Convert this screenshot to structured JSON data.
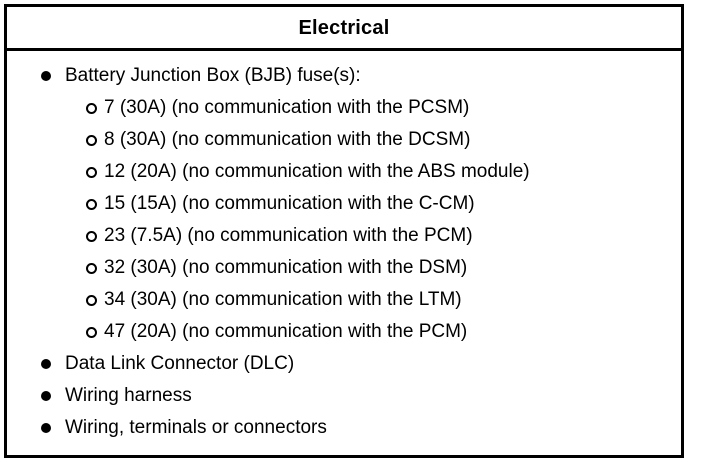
{
  "table": {
    "header": {
      "title": "Electrical"
    },
    "items": [
      {
        "marker": "disc-bullet-icon",
        "label": "Battery Junction Box (BJB) fuse(s):",
        "children": [
          {
            "marker": "hollow-circle-bullet-icon",
            "label": "7 (30A) (no communication with the PCSM)"
          },
          {
            "marker": "hollow-circle-bullet-icon",
            "label": "8 (30A) (no communication with the DCSM)"
          },
          {
            "marker": "hollow-circle-bullet-icon",
            "label": "12 (20A) (no communication with the ABS module)"
          },
          {
            "marker": "hollow-circle-bullet-icon",
            "label": "15 (15A) (no communication with the C-CM)"
          },
          {
            "marker": "hollow-circle-bullet-icon",
            "label": "23 (7.5A) (no communication with the PCM)"
          },
          {
            "marker": "hollow-circle-bullet-icon",
            "label": "32 (30A) (no communication with the DSM)"
          },
          {
            "marker": "hollow-circle-bullet-icon",
            "label": "34 (30A) (no communication with the LTM)"
          },
          {
            "marker": "hollow-circle-bullet-icon",
            "label": "47 (20A) (no communication with the PCM)"
          }
        ]
      },
      {
        "marker": "disc-bullet-icon",
        "label": "Data Link Connector (DLC)",
        "children": []
      },
      {
        "marker": "disc-bullet-icon",
        "label": "Wiring harness",
        "children": []
      },
      {
        "marker": "disc-bullet-icon",
        "label": "Wiring, terminals or connectors",
        "children": []
      }
    ]
  },
  "colors": {
    "border": "#000000",
    "text": "#000000",
    "background": "#ffffff"
  }
}
